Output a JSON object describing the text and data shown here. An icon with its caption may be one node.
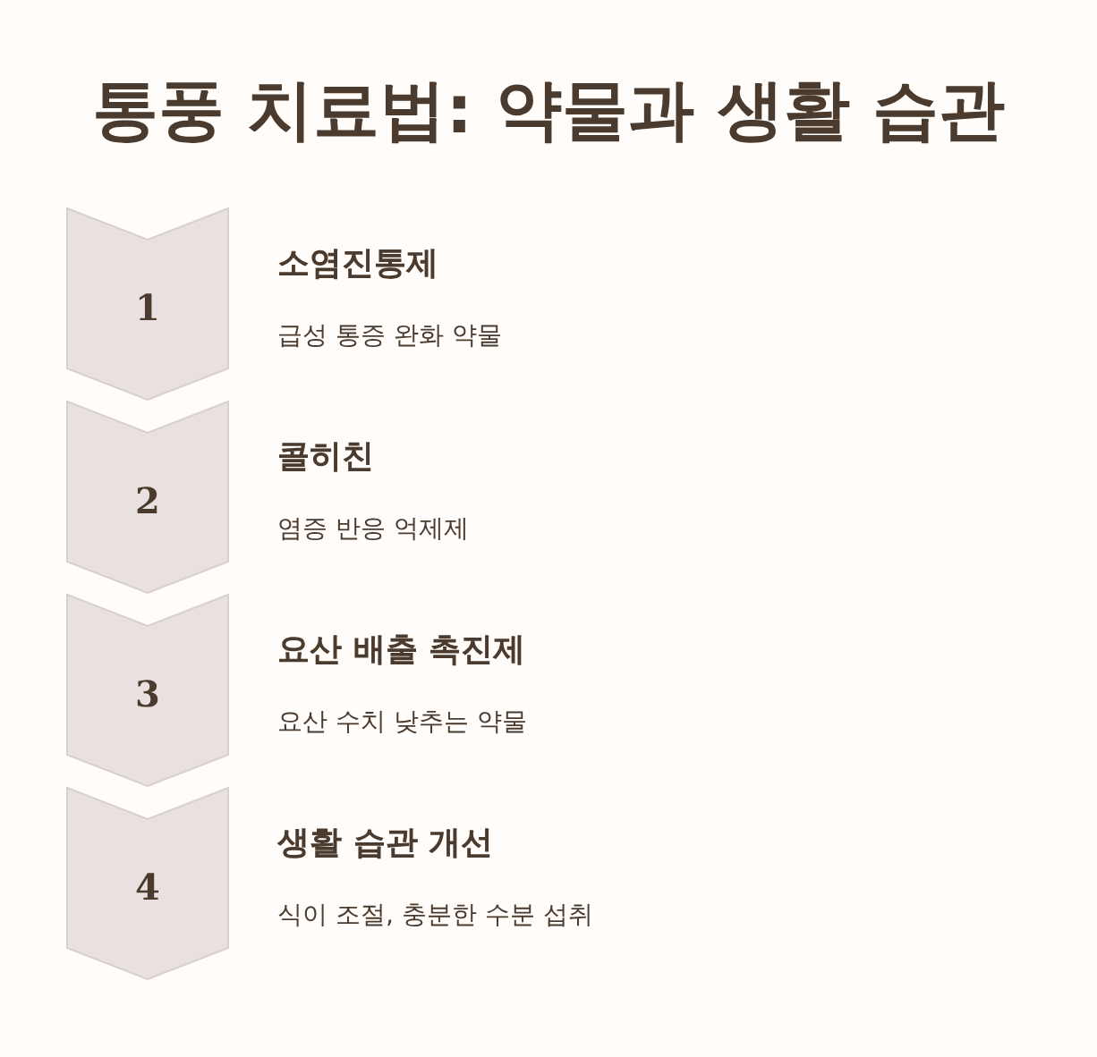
{
  "diagram": {
    "title": "통풍 치료법: 약물과 생활 습관",
    "nodes": [
      {
        "text": [
          "1"
        ],
        "beside": [
          "소염진통제",
          "급성 통증 완화 약물"
        ]
      },
      {
        "text": [
          "2"
        ],
        "beside": [
          "콜히친",
          "염증 반응 억제제"
        ]
      },
      {
        "text": [
          "3"
        ],
        "beside": [
          "요산 배출 촉진제",
          "요산 수치 낮추는 약물"
        ]
      },
      {
        "text": [
          "4"
        ],
        "beside": [
          "생활 습관 개선",
          "식이 조절, 충분한 수분 섭취"
        ]
      }
    ]
  }
}
